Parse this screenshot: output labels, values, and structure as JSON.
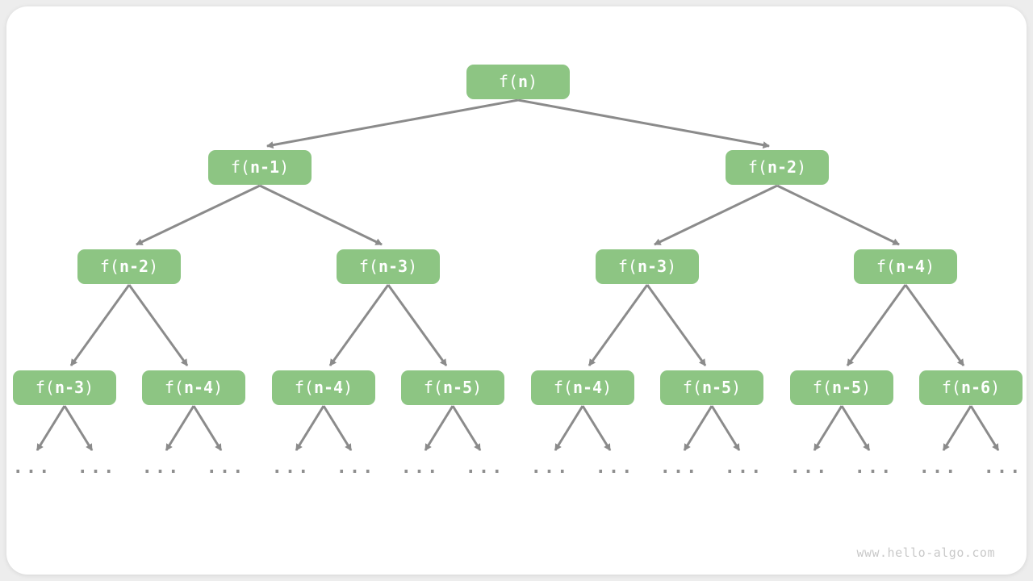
{
  "title": "recursion-tree-diagram",
  "colors": {
    "node_green": "#8dc583",
    "arrow_gray": "#8b8b8b",
    "node_text": "#ffffff",
    "watermark_gray": "#c9c9c9",
    "page_background": "#ededed",
    "card_background": "#ffffff"
  },
  "ellipsis": "...",
  "watermark": "www.hello-algo.com",
  "nodes": [
    {
      "pre": "f(",
      "var": "n",
      "post": ")"
    },
    {
      "pre": "f(",
      "var": "n-1",
      "post": ")"
    },
    {
      "pre": "f(",
      "var": "n-2",
      "post": ")"
    },
    {
      "pre": "f(",
      "var": "n-2",
      "post": ")"
    },
    {
      "pre": "f(",
      "var": "n-3",
      "post": ")"
    },
    {
      "pre": "f(",
      "var": "n-3",
      "post": ")"
    },
    {
      "pre": "f(",
      "var": "n-4",
      "post": ")"
    },
    {
      "pre": "f(",
      "var": "n-3",
      "post": ")"
    },
    {
      "pre": "f(",
      "var": "n-4",
      "post": ")"
    },
    {
      "pre": "f(",
      "var": "n-4",
      "post": ")"
    },
    {
      "pre": "f(",
      "var": "n-5",
      "post": ")"
    },
    {
      "pre": "f(",
      "var": "n-4",
      "post": ")"
    },
    {
      "pre": "f(",
      "var": "n-5",
      "post": ")"
    },
    {
      "pre": "f(",
      "var": "n-5",
      "post": ")"
    },
    {
      "pre": "f(",
      "var": "n-6",
      "post": ")"
    }
  ],
  "tree_structure": {
    "type": "recursion-tree",
    "root": "f(n)",
    "levels": [
      [
        "f(n)"
      ],
      [
        "f(n-1)",
        "f(n-2)"
      ],
      [
        "f(n-2)",
        "f(n-3)",
        "f(n-3)",
        "f(n-4)"
      ],
      [
        "f(n-3)",
        "f(n-4)",
        "f(n-4)",
        "f(n-5)",
        "f(n-4)",
        "f(n-5)",
        "f(n-5)",
        "f(n-6)"
      ],
      [
        "...",
        "...",
        "...",
        "...",
        "...",
        "...",
        "...",
        "...",
        "...",
        "...",
        "...",
        "...",
        "...",
        "...",
        "...",
        "..."
      ]
    ]
  }
}
